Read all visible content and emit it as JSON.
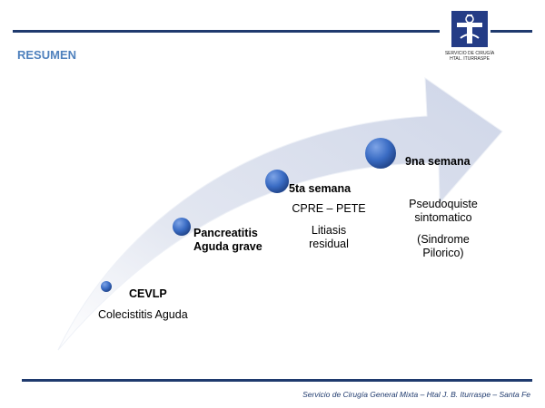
{
  "header": {
    "section_title": "RESUMEN",
    "logo": {
      "icon": "hospital-logo-icon",
      "caption_line1": "SERVICIO DE CIRUGÍA",
      "caption_line2": "HTAL. ITURRASPE"
    }
  },
  "timeline": {
    "events": [
      {
        "title": "CEVLP",
        "detail": "Colecistitis Aguda"
      },
      {
        "title_line1": "Pancreatitis",
        "title_line2": "Aguda grave"
      },
      {
        "title": "5ta semana",
        "detail": "CPRE – PETE",
        "detail2_line1": "Litiasis",
        "detail2_line2": "residual"
      },
      {
        "title": "9na semana",
        "detail_line1": "Pseudoquiste",
        "detail_line2": "sintomatico",
        "detail2_line1": "(Sindrome",
        "detail2_line2": "Pilorico)"
      }
    ]
  },
  "footer": {
    "text": "Servicio de Cirugía General Mixta – Htal J. B. Iturraspe – Santa Fe"
  },
  "colors": {
    "accent_line": "#1f3a6e",
    "title_blue": "#4f81bd",
    "node_blue": "#3a6cc4",
    "arrow_fill": "#d5dced"
  }
}
